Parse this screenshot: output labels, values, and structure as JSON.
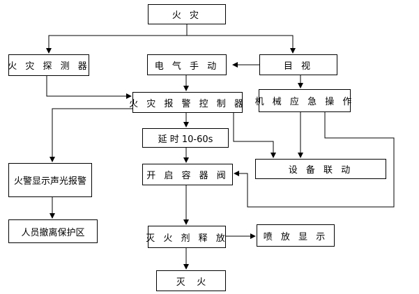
{
  "nodes": {
    "fire": "火 灾",
    "detector": "火 灾 探 测 器",
    "manual": "电 气 手 动",
    "visual": "目  视",
    "controller": "火 灾 报 警 控 制 器",
    "emergency": "机 械 应 急 操 作",
    "delay": "延 时 10-60s",
    "linkage": "设 备 联 动",
    "alarm": "火警显示声光报警",
    "valve": "开 启 容 器 阀",
    "evacuate": "人员撤离保护区",
    "agent": "灭 火 剂 释 放",
    "spray": "喷 放 显 示",
    "extinguish": "灭    火"
  }
}
